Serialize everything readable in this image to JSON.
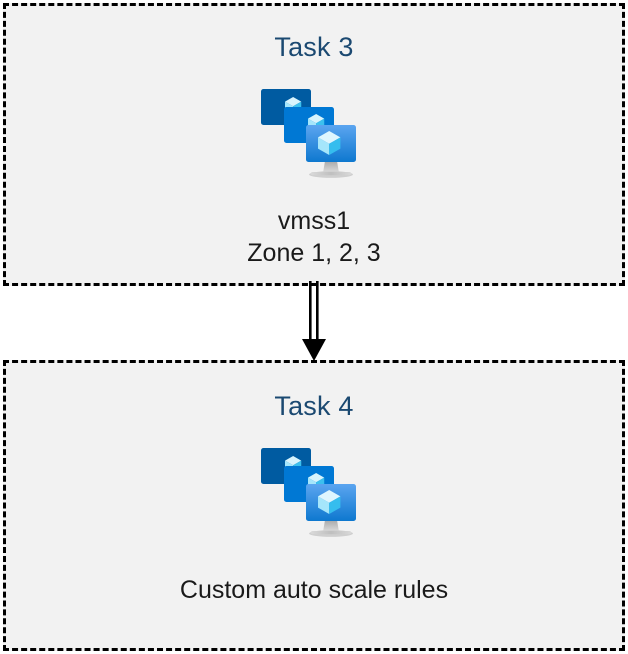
{
  "diagram": {
    "type": "flow",
    "background_color": "#ffffff",
    "box_fill_color": "#f2f2f2",
    "box_border_color": "#000000",
    "box_border_style": "dashed",
    "title_color": "#1b4971",
    "caption_color": "#1a1a1a",
    "connector_color": "#000000",
    "nodes": [
      {
        "id": "task3",
        "title": "Task 3",
        "icon": "virtual-machine-scale-set-icon",
        "caption_lines": [
          "vmss1",
          "Zone 1, 2, 3"
        ]
      },
      {
        "id": "task4",
        "title": "Task 4",
        "icon": "virtual-machine-scale-set-icon",
        "caption_lines": [
          "Custom auto scale rules"
        ]
      }
    ],
    "connectors": [
      {
        "id": "task3-to-task4",
        "from": "task3",
        "to": "task4",
        "style": "double-line-with-solid-arrowhead",
        "direction": "down"
      }
    ],
    "icon_palette": {
      "monitor_back": "#005ba1",
      "monitor_mid": "#0078d4",
      "monitor_front_top": "#54a0ef",
      "monitor_front_bottom": "#0f7cd4",
      "cube_top": "#d7f4fd",
      "cube_left": "#9fe4fa",
      "cube_right": "#32bdee",
      "stand": "#b3b3b3"
    }
  }
}
